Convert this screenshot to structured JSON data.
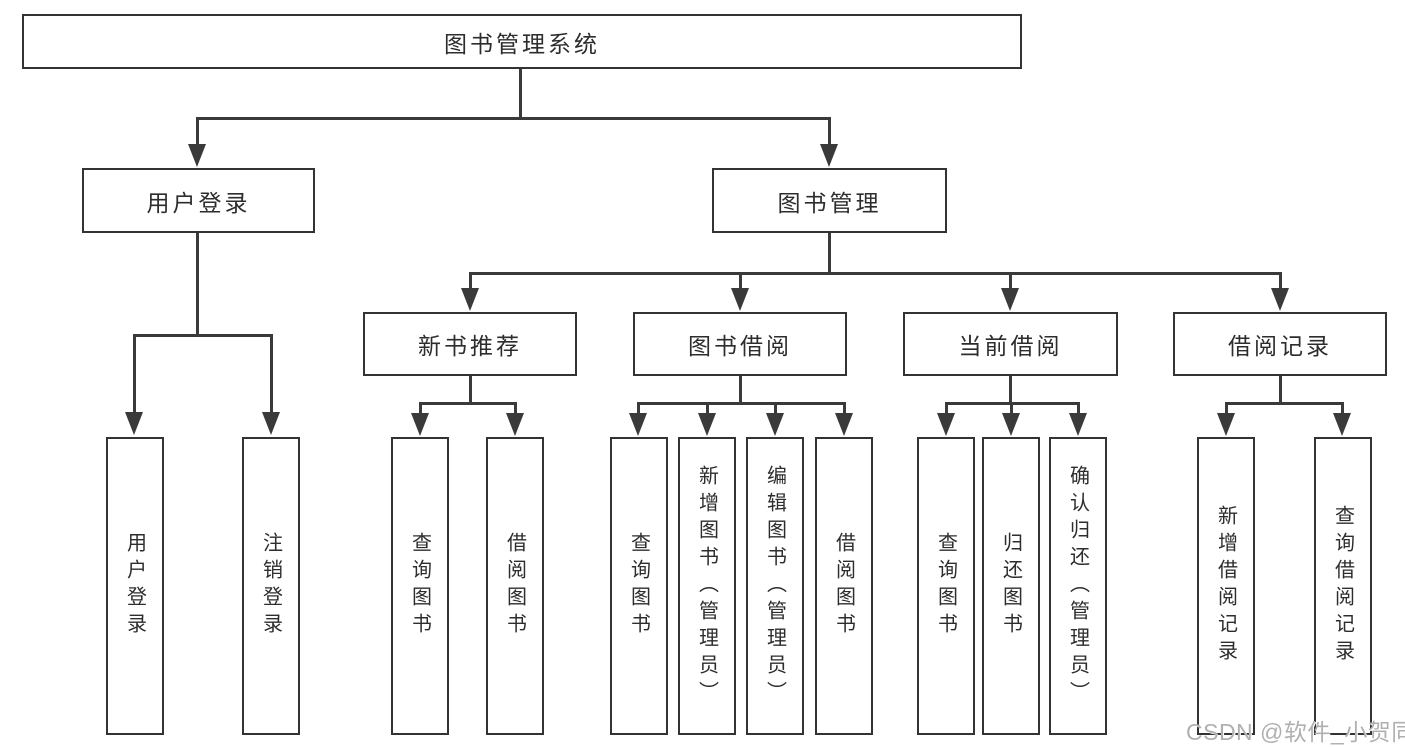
{
  "tree": {
    "label": "图书管理系统",
    "children": [
      {
        "label": "用户登录",
        "children": [
          {
            "label": "用户登录"
          },
          {
            "label": "注销登录"
          }
        ]
      },
      {
        "label": "图书管理",
        "children": [
          {
            "label": "新书推荐",
            "children": [
              {
                "label": "查询图书"
              },
              {
                "label": "借阅图书"
              }
            ]
          },
          {
            "label": "图书借阅",
            "children": [
              {
                "label": "查询图书"
              },
              {
                "label": "新增图书（管理员）"
              },
              {
                "label": "编辑图书（管理员）"
              },
              {
                "label": "借阅图书"
              }
            ]
          },
          {
            "label": "当前借阅",
            "children": [
              {
                "label": "查询图书"
              },
              {
                "label": "归还图书"
              },
              {
                "label": "确认归还（管理员）"
              }
            ]
          },
          {
            "label": "借阅记录",
            "children": [
              {
                "label": "新增借阅记录"
              },
              {
                "label": "查询借阅记录"
              }
            ]
          }
        ]
      }
    ]
  },
  "watermark": {
    "text": "CSDN @软件_小贺同学"
  },
  "colors": {
    "line": "#3a3a3a",
    "box_border": "#333333",
    "box_bg": "#ffffff",
    "text": "#2d2d2d",
    "watermark": "#b0b0b0"
  }
}
